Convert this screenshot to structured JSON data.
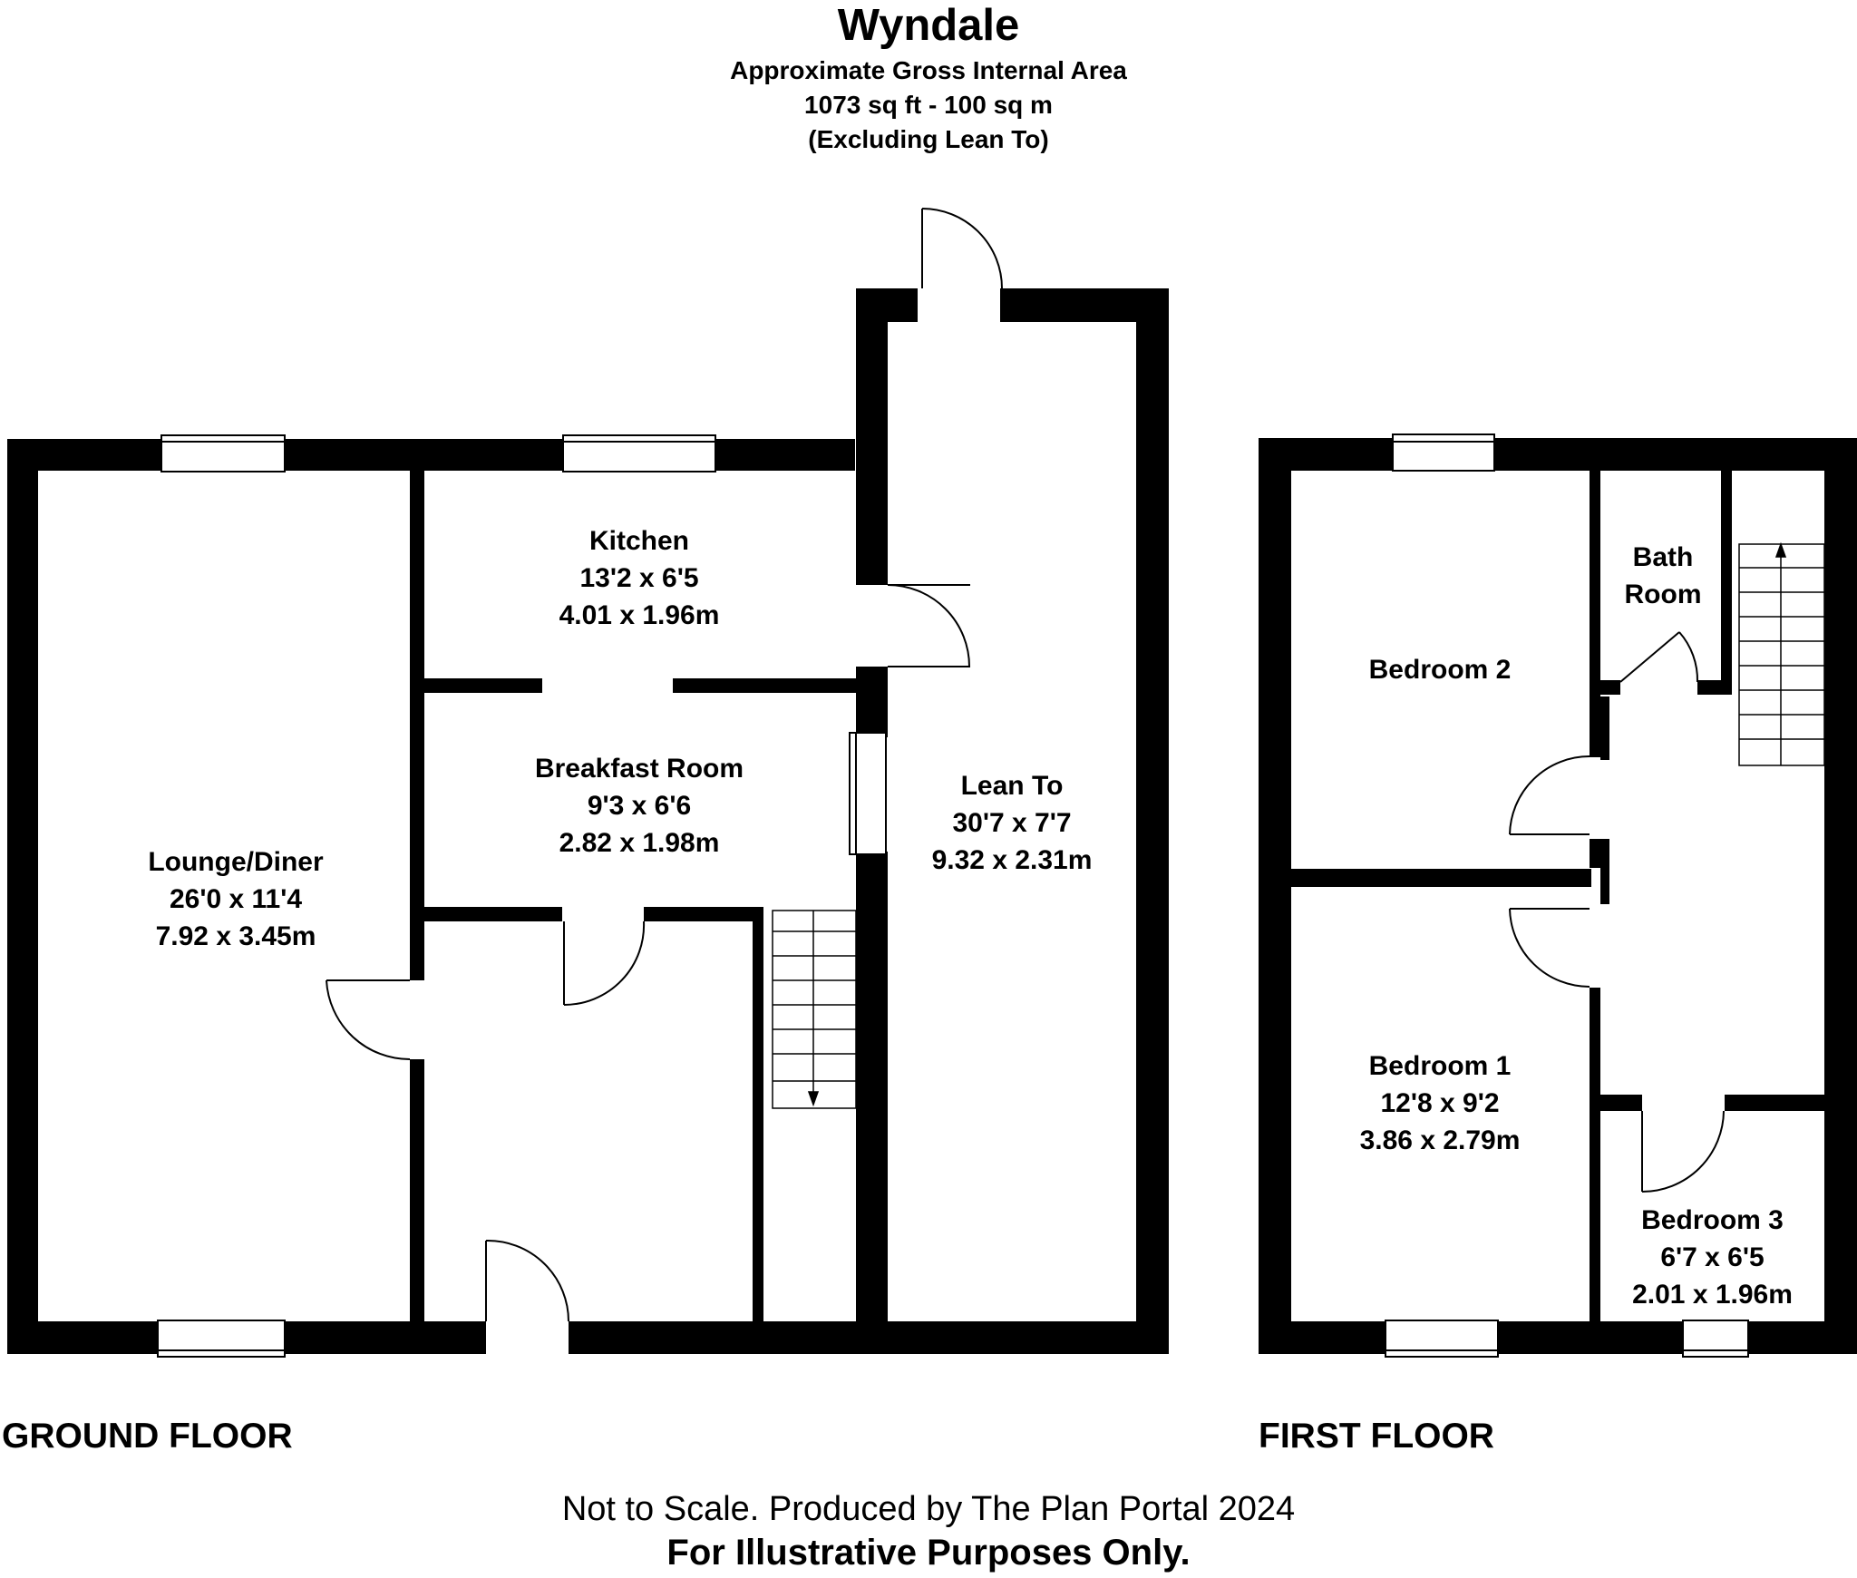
{
  "header": {
    "title": "Wyndale",
    "area_label": "Approximate Gross Internal Area",
    "area_value": "1073 sq ft - 100 sq m",
    "area_note": "(Excluding Lean To)"
  },
  "floors": {
    "ground": "GROUND FLOOR",
    "first": "FIRST FLOOR"
  },
  "rooms": {
    "lounge": {
      "name": "Lounge/Diner",
      "imperial": "26'0 x 11'4",
      "metric": "7.92 x 3.45m"
    },
    "kitchen": {
      "name": "Kitchen",
      "imperial": "13'2 x 6'5",
      "metric": "4.01 x 1.96m"
    },
    "breakfast": {
      "name": "Breakfast Room",
      "imperial": "9'3 x 6'6",
      "metric": "2.82 x 1.98m"
    },
    "leanto": {
      "name": "Lean To",
      "imperial": "30'7 x 7'7",
      "metric": "9.32 x 2.31m"
    },
    "bedroom2": {
      "name": "Bedroom 2"
    },
    "bathroom": {
      "line1": "Bath",
      "line2": "Room"
    },
    "bedroom1": {
      "name": "Bedroom 1",
      "imperial": "12'8 x 9'2",
      "metric": "3.86 x 2.79m"
    },
    "bedroom3": {
      "name": "Bedroom 3",
      "imperial": "6'7 x 6'5",
      "metric": "2.01 x 1.96m"
    }
  },
  "footer": {
    "scale_note": "Not to Scale. Produced by The Plan Portal 2024",
    "purpose_note": "For Illustrative Purposes Only."
  },
  "colors": {
    "wall": "#000000",
    "background": "#ffffff",
    "window_line": "#000000"
  }
}
